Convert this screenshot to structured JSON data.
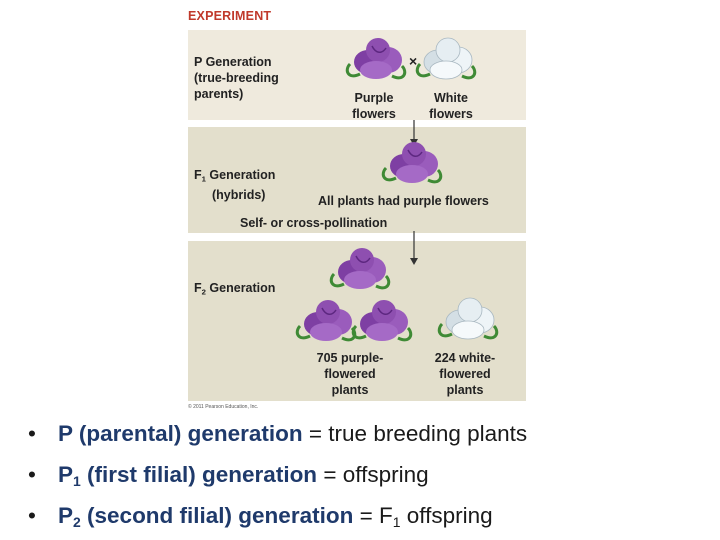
{
  "figure": {
    "title": "EXPERIMENT",
    "copyright": "© 2011 Pearson Education, Inc.",
    "p_generation": {
      "line1": "P Generation",
      "line2": "(true-breeding",
      "line3": "parents)"
    },
    "cross_symbol": "×",
    "purple_flowers": {
      "line1": "Purple",
      "line2": "flowers"
    },
    "white_flowers": {
      "line1": "White",
      "line2": "flowers"
    },
    "f1_generation": {
      "letter": "F",
      "sub": "1",
      "rest": " Generation",
      "line2": "(hybrids)"
    },
    "f1_result": "All plants had purple flowers",
    "pollination": "Self- or cross-pollination",
    "f2_generation": {
      "letter": "F",
      "sub": "2",
      "rest": " Generation"
    },
    "purple_count": {
      "line1": "705 purple-",
      "line2": "flowered",
      "line3": "plants"
    },
    "white_count": {
      "line1": "224 white-",
      "line2": "flowered",
      "line3": "plants"
    },
    "colors": {
      "purple": "#8e4fb0",
      "white": "#e6eef2",
      "leaf": "#3f8a35",
      "title": "#c0392b"
    }
  },
  "bullets": [
    {
      "marker": "•",
      "term_p": "P",
      "term_rest": " (parental) generation",
      "rest": " = true breeding plants"
    },
    {
      "marker": "•",
      "term_p": "P",
      "term_sub": "1",
      "term_rest": " (first filial) generation",
      "rest": " = offspring"
    },
    {
      "marker": "•",
      "term_p": "P",
      "term_sub": "2",
      "term_rest": " (second filial) generation",
      "rest_pre": " = F",
      "rest_sub": "1",
      "rest_post": " offspring"
    }
  ]
}
